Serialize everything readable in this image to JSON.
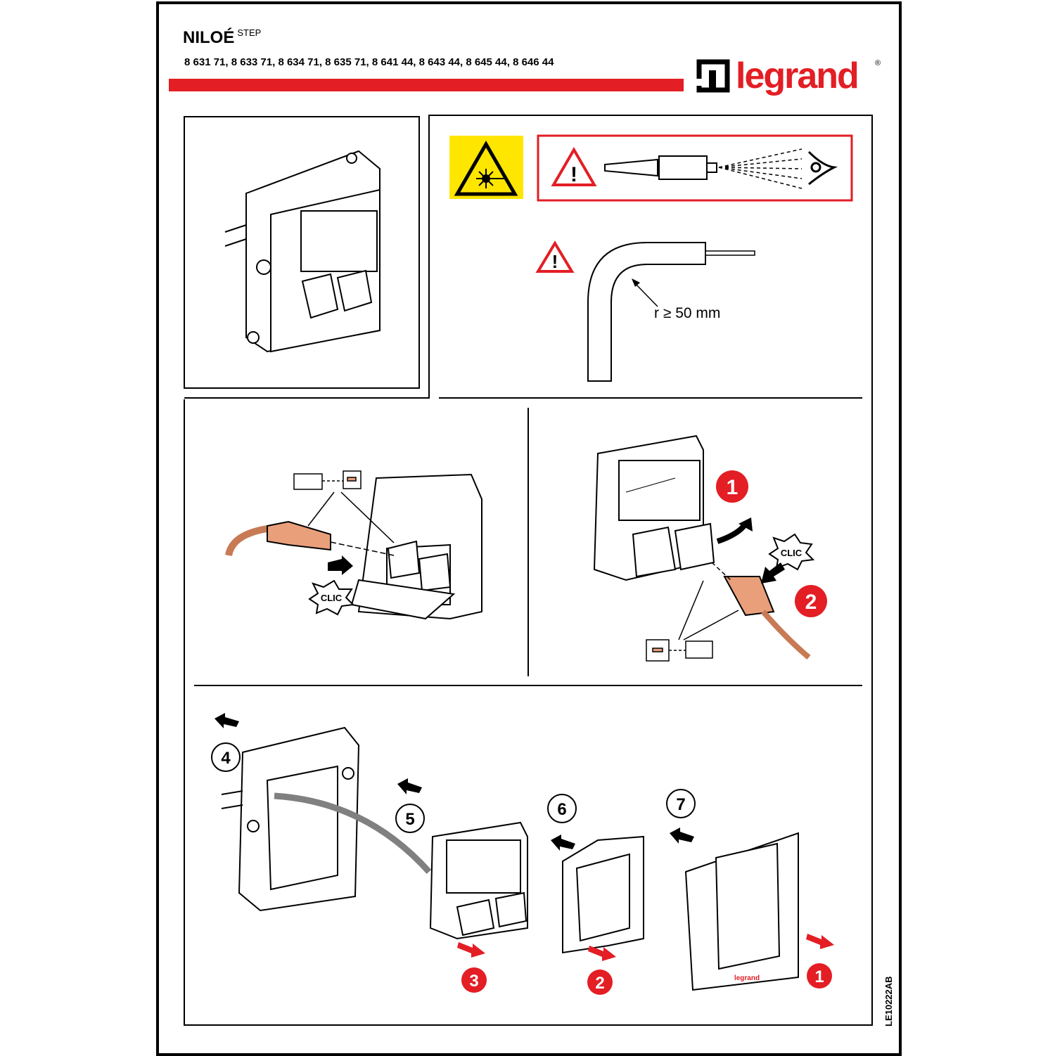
{
  "header": {
    "product": "NILOÉ",
    "product_sup": "STEP",
    "references": "8 631 71, 8 633 71, 8 634 71, 8 635 71, 8 641 44, 8 643 44, 8 645 44, 8 646 44"
  },
  "brand": {
    "name": "legrand",
    "registered": "®"
  },
  "colors": {
    "accent": "#e31e24",
    "warning": "#ffe600",
    "connector": "#e9a07a"
  },
  "safety": {
    "laser_icon": "laser-warning-icon",
    "caution_icon": "caution-triangle-icon",
    "bend_radius_label": "r ≥ 50 mm"
  },
  "labels": {
    "click": "CLIC"
  },
  "steps": {
    "s1": "1",
    "s2": "2",
    "s3": "3",
    "s4": "4",
    "s5": "5",
    "s6": "6",
    "s7": "7"
  },
  "footer": {
    "document_code": "LE10222AB"
  }
}
